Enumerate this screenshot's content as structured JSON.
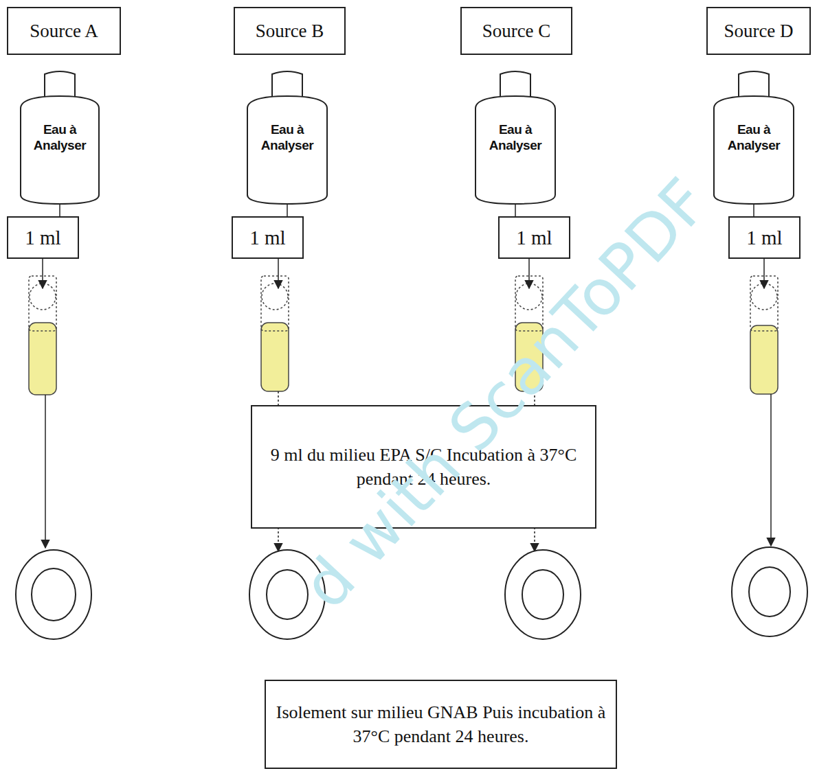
{
  "diagram": {
    "nodes": [
      {
        "text": [
          "Source A"
        ]
      },
      {
        "text": [
          "Source B"
        ]
      },
      {
        "text": [
          "Source C"
        ]
      },
      {
        "text": [
          "Source D"
        ]
      },
      {
        "text": [
          "Eau à Analyser"
        ]
      },
      {
        "text": [
          "Eau à Analyser"
        ]
      },
      {
        "text": [
          "Eau à Analyser"
        ]
      },
      {
        "text": [
          "Eau à Analyser"
        ]
      },
      {
        "text": [
          "1 ml"
        ]
      },
      {
        "text": [
          "1 ml"
        ]
      },
      {
        "text": [
          "1 ml"
        ]
      },
      {
        "text": [
          "1 ml"
        ]
      },
      {
        "text": [
          "9 ml du milieu EPA S/C Incubation à 37°C pendant 24 heures."
        ]
      },
      {
        "text": [
          "Isolement sur milieu GNAB Puis incubation à 37°C pendant 24 heures."
        ]
      }
    ],
    "edges": [
      {
        "from": 4,
        "to": 8,
        "arrow": "none"
      },
      {
        "from": 5,
        "to": 9,
        "arrow": "none"
      },
      {
        "from": 6,
        "to": 10,
        "arrow": "none"
      },
      {
        "from": 7,
        "to": 11,
        "arrow": "none"
      }
    ],
    "labels": [
      "d with ScanToPDF"
    ]
  }
}
